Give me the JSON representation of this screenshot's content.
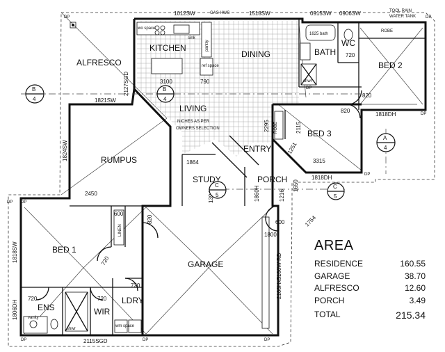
{
  "rooms": {
    "alfresco": "ALFRESCO",
    "kitchen": "KITCHEN",
    "dining": "DINING",
    "bath": "BATH",
    "wc": "WC",
    "bed2": "BED 2",
    "robe": "ROBE",
    "living": "LIVING",
    "niches": "NICHES AS PER",
    "owners": "OWNERS SELECTION",
    "rumpus": "RUMPUS",
    "entry": "ENTRY",
    "bed3": "BED 3",
    "study": "STUDY",
    "porch": "PORCH",
    "linen": "LINEN",
    "bed1": "BED 1",
    "garage": "GARAGE",
    "ens": "ENS",
    "wir": "WIR",
    "ldry": "LDRY"
  },
  "fixtures": {
    "wo_space": "wo space",
    "sink": "sink",
    "pantry": "pantry",
    "ref_space": "ref space",
    "bath_label": "1625 bath",
    "shwr": "shwr",
    "vanity": "vanity",
    "wm_space": "wm space",
    "gas_hws": "GAS HWS",
    "tool_rain": "TOOL RAIN",
    "water_tank": "WATER TANK"
  },
  "dims": {
    "top1": "1012SW",
    "top2": "1518SW",
    "top3": "0915SW",
    "top4": "0906SW",
    "sgd": "2127SGD",
    "d3100": "3100",
    "d790": "790",
    "d1821": "1821SW",
    "d1824": "1824SW",
    "d1818a": "1818DH",
    "d820a": "820",
    "d820b": "820",
    "d2295": "2295",
    "d2115": "2115",
    "d1251": "1251",
    "d3315": "3315",
    "d1818b": "1818DH",
    "d1864": "1864",
    "d1394": "1394",
    "d1860": "1860H",
    "d1216": "1216",
    "d1650": "1650",
    "d1754": "1754",
    "d2450": "2450",
    "d600a": "600",
    "d600b": "600",
    "d820c": "820",
    "d1800": "1800",
    "door": "2100Hx5100W RD",
    "d1818c": "1818SW",
    "d720a": "720",
    "d720b": "720",
    "d720c": "720",
    "d720d": "720",
    "d1806": "1806DH",
    "d2115sgd": "2115SGD",
    "d720e": "720"
  },
  "markers": {
    "b_letter": "B",
    "b_num": "4",
    "a_letter": "A",
    "a_num": "4",
    "c_letter": "C",
    "c_num": "5",
    "dp": "DP"
  },
  "area": {
    "title": "AREA",
    "rows": [
      {
        "label": "RESIDENCE",
        "value": "160.55"
      },
      {
        "label": "GARAGE",
        "value": "38.70"
      },
      {
        "label": "ALFRESCO",
        "value": "12.60"
      },
      {
        "label": "PORCH",
        "value": "3.49"
      }
    ],
    "total_label": "TOTAL",
    "total_value": "215.34"
  }
}
